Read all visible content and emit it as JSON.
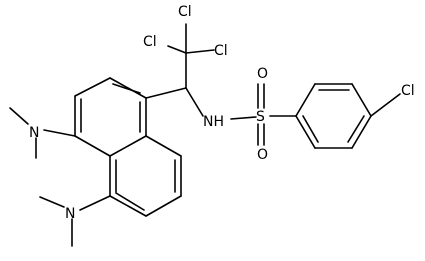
{
  "molecule": {
    "colors": {
      "bond": "#000000",
      "text": "#000000",
      "background": "#ffffff"
    },
    "labels": {
      "cl_top": "Cl",
      "cl_left": "Cl",
      "cl_right": "Cl",
      "s": "S",
      "o_top": "O",
      "o_bottom": "O",
      "nh": "NH",
      "cl_ring": "Cl",
      "n_upper": "N",
      "n_lower": "N"
    }
  }
}
